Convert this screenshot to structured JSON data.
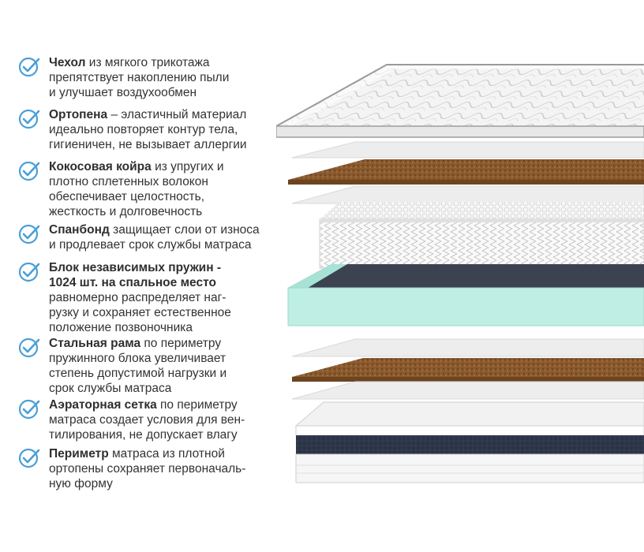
{
  "features": [
    {
      "icon": "check-circle-icon",
      "bold": "Чехол",
      "text": " из мягкого трикотажа препятствует накоплению пыли и улучшает воздухообмен",
      "lines": [
        "из мягкого трикотажа",
        "препятствует накоплению пыли",
        "и улучшает воздухообмен"
      ]
    },
    {
      "icon": "check-circle-icon",
      "bold": "Ортопена",
      "lines": [
        "– эластичный материал",
        "идеально повторяет контур тела,",
        "гигиеничен, не вызывает аллергии"
      ]
    },
    {
      "icon": "check-circle-icon",
      "bold": "Кокосовая койра",
      "lines": [
        "из упругих и",
        "плотно сплетенных волокон",
        "обеспечивает целостность,",
        "жесткость и долговечность"
      ]
    },
    {
      "icon": "check-circle-icon",
      "bold": "Спанбонд",
      "lines": [
        "защищает слои от износа",
        "и продлевает срок службы матраса"
      ]
    },
    {
      "icon": "check-circle-icon",
      "bold": "Блок независимых пружин - 1024 шт. на спальное место",
      "bold_lines": [
        "Блок независимых пружин -",
        "1024 шт. на спальное место"
      ],
      "lines": [
        "равномерно распределяет наг-",
        "рузку и сохраняет естественное",
        "положение позвоночника"
      ]
    },
    {
      "icon": "check-circle-icon",
      "bold": "Стальная рама",
      "lines": [
        "по периметру",
        "пружинного блока увеличивает",
        "степень допустимой нагрузки и",
        "срок службы матраса"
      ]
    },
    {
      "icon": "check-circle-icon",
      "bold": "Аэраторная сетка",
      "lines": [
        "по периметру",
        "матраса создает условия для вен-",
        "тилирования, не допускает влагу"
      ]
    },
    {
      "icon": "check-circle-icon",
      "bold": "Периметр",
      "lines": [
        "матраса из плотной",
        "ортопены сохраняет первоначаль-",
        "ную форму"
      ]
    }
  ],
  "colors": {
    "check": "#4a9fd8",
    "coconut": "#8a5a2e",
    "foam": "#bfeee4",
    "dark_mesh": "#2a3244"
  },
  "layers": [
    "quilted-cover",
    "spunbond-sheet",
    "coconut-coir",
    "spunbond-sheet",
    "spring-block",
    "orthofoam-frame",
    "spunbond-sheet",
    "coconut-coir",
    "spunbond-sheet",
    "base-cover"
  ]
}
